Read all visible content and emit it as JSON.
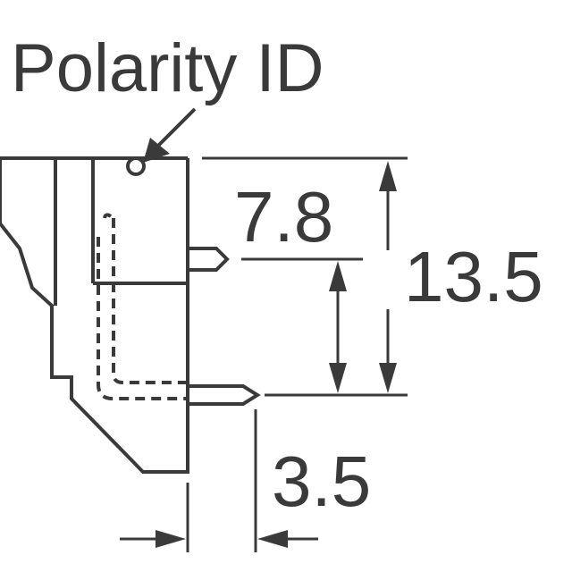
{
  "title": "Polarity ID",
  "dimensions": {
    "pin_height": "7.8",
    "total_height": "13.5",
    "pin_offset": "3.5"
  },
  "colors": {
    "ink": "#3a3a3a",
    "background": "#ffffff"
  }
}
